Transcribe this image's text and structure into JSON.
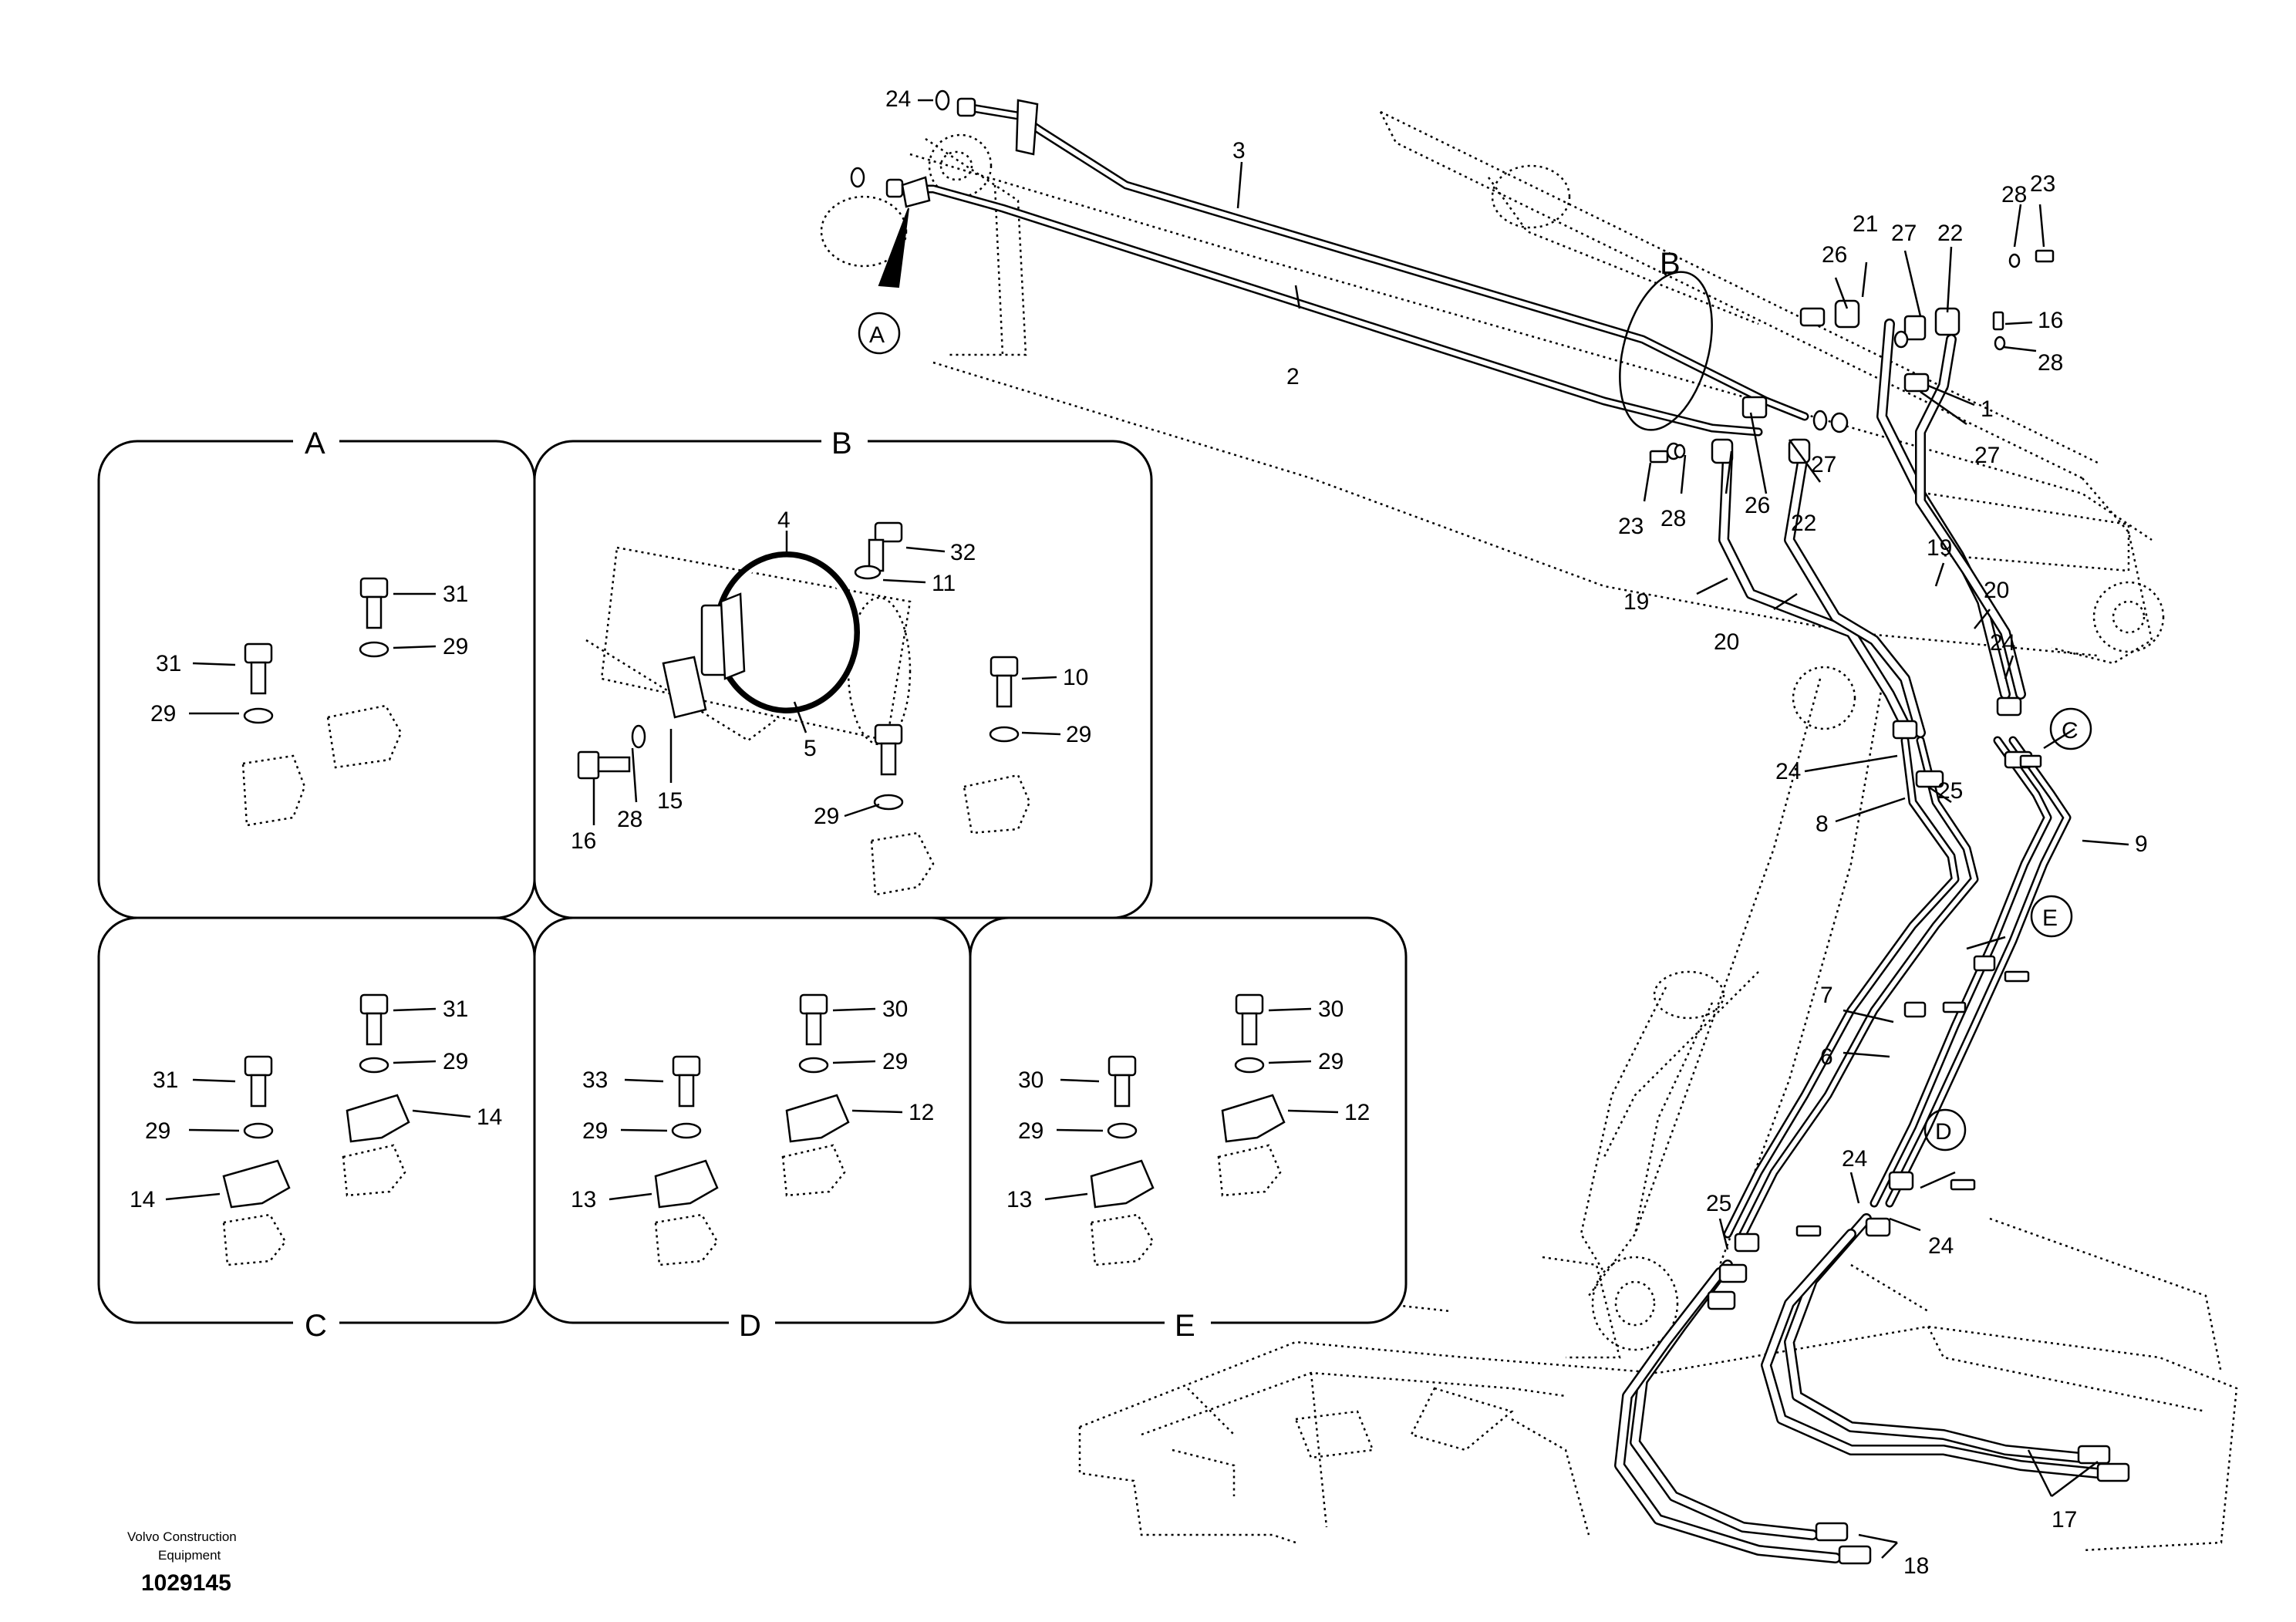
{
  "main_labels": [
    "24",
    "3",
    "2",
    "B",
    "21",
    "26",
    "27",
    "22",
    "28",
    "23",
    "16",
    "28",
    "1",
    "27",
    "23",
    "28",
    "26",
    "22",
    "27",
    "19",
    "20",
    "19",
    "20",
    "24",
    "24",
    "25",
    "8",
    "9",
    "7",
    "6",
    "24",
    "25",
    "24",
    "17",
    "18"
  ],
  "callouts": {
    "a": "A",
    "b": "B",
    "c": "C",
    "d": "D",
    "e": "E"
  },
  "panel_titles": {
    "a": "A",
    "b": "B",
    "c": "C",
    "d": "D",
    "e": "E"
  },
  "panel_a": [
    "31",
    "29",
    "31",
    "29"
  ],
  "panel_b": [
    "4",
    "32",
    "11",
    "10",
    "29",
    "5",
    "29",
    "16",
    "28",
    "15"
  ],
  "panel_c": [
    "31",
    "29",
    "31",
    "29",
    "14",
    "14"
  ],
  "panel_d": [
    "30",
    "29",
    "33",
    "29",
    "12",
    "13"
  ],
  "panel_e": [
    "30",
    "29",
    "30",
    "29",
    "12",
    "13"
  ],
  "footer": {
    "company_line1": "Volvo Construction",
    "company_line2": "Equipment",
    "drawing_number": "1029145"
  }
}
